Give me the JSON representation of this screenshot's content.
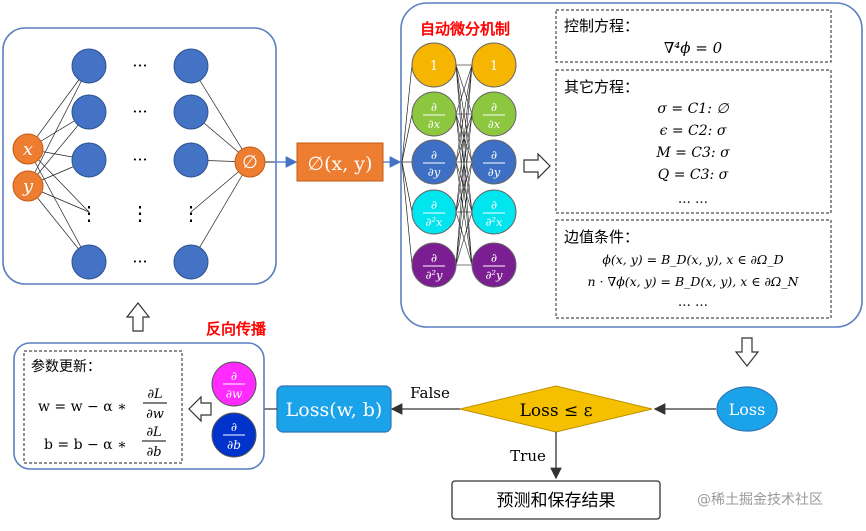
{
  "network": {
    "input_x": "x",
    "input_y": "y",
    "ellipsis_h": "···",
    "ellipsis_v": "⋮",
    "output_node": "∅",
    "output_box": "∅(x, y)"
  },
  "autodiff": {
    "title": "自动微分机制",
    "col1": [
      {
        "top": "1",
        "bottom": "",
        "color": "#f5b500"
      },
      {
        "top": "∂",
        "bottom": "∂x",
        "color": "#8dc63f"
      },
      {
        "top": "∂",
        "bottom": "∂y",
        "color": "#3d6fc4"
      },
      {
        "top": "∂",
        "bottom": "∂²x",
        "color": "#00e5ee"
      },
      {
        "top": "∂",
        "bottom": "∂²y",
        "color": "#7b1e91"
      }
    ],
    "col2": [
      {
        "top": "1",
        "bottom": "",
        "color": "#f5b500"
      },
      {
        "top": "∂",
        "bottom": "∂x",
        "color": "#8dc63f"
      },
      {
        "top": "∂",
        "bottom": "∂y",
        "color": "#3d6fc4"
      },
      {
        "top": "∂",
        "bottom": "∂²x",
        "color": "#00e5ee"
      },
      {
        "top": "∂",
        "bottom": "∂²y",
        "color": "#7b1e91"
      }
    ]
  },
  "equations": {
    "control_title": "控制方程：",
    "control_eq": "∇⁴ϕ = 0",
    "other_title": "其它方程：",
    "other_eqs": [
      "σ = C1: ∅",
      "ϵ = C2: σ",
      "M = C3: σ",
      "Q = C3: σ",
      "… …"
    ],
    "boundary_title": "边值条件：",
    "boundary_eqs": [
      "ϕ(x, y) = B_D(x, y), x ∈ ∂Ω_D",
      "n · ∇ϕ(x, y) = B_D(x, y), x ∈ ∂Ω_N",
      "… …"
    ]
  },
  "backprop": {
    "title": "反向传播",
    "update_title": "参数更新：",
    "w_lhs": "w = w − α ∗",
    "w_num": "∂L",
    "w_den": "∂w",
    "b_lhs": "b = b − α ∗",
    "b_num": "∂L",
    "b_den": "∂b",
    "grad_w_num": "∂",
    "grad_w_den": "∂w",
    "grad_b_num": "∂",
    "grad_b_den": "∂b"
  },
  "loss": {
    "box_label": "Loss(w, b)",
    "ellipse_label": "Loss",
    "diamond_label": "Loss ≤ ε",
    "false_label": "False",
    "true_label": "True",
    "result_label": "预测和保存结果"
  },
  "watermark": "@稀土掘金技术社区",
  "colors": {
    "node_blue": "#4472c4",
    "node_orange": "#ed7d31",
    "panel_border": "#5b7fbf",
    "title_red": "#ff0000",
    "loss_blue": "#1aa3e8",
    "diamond_gold": "#f5c000",
    "grad_magenta": "#ff2bff",
    "grad_blue": "#0033cc"
  }
}
